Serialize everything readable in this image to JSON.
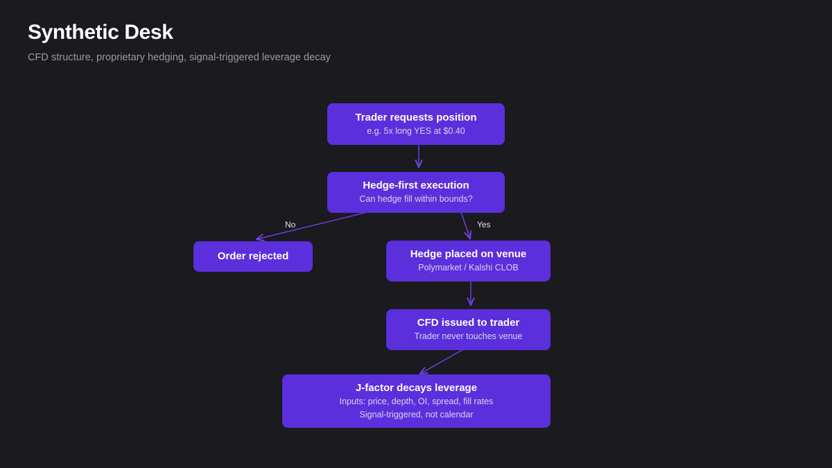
{
  "header": {
    "title": "Synthetic Desk",
    "subtitle": "CFD structure, proprietary hedging, signal-triggered leverage decay"
  },
  "colors": {
    "background": "#1a1a1f",
    "node_fill": "#5b2fdc",
    "node_title": "#ffffff",
    "node_subtitle": "#d8d4ec",
    "edge": "#6b3fe0",
    "edge_label": "#dfeadf",
    "header_title": "#ffffff",
    "header_subtitle": "#9a9aa2"
  },
  "diagram": {
    "type": "flowchart",
    "direction": "top-down",
    "nodes": [
      {
        "id": "trader-request",
        "title": "Trader requests position",
        "subtitle": "e.g. 5x long YES at $0.40",
        "sub2": ""
      },
      {
        "id": "hedge-first-execution",
        "title": "Hedge-first execution",
        "subtitle": "Can hedge fill within bounds?",
        "sub2": ""
      },
      {
        "id": "order-rejected",
        "title": "Order rejected",
        "subtitle": "",
        "sub2": ""
      },
      {
        "id": "hedge-placed",
        "title": "Hedge placed on venue",
        "subtitle": "Polymarket / Kalshi CLOB",
        "sub2": ""
      },
      {
        "id": "cfd-issued",
        "title": "CFD issued to trader",
        "subtitle": "Trader never touches venue",
        "sub2": ""
      },
      {
        "id": "j-factor",
        "title": "J-factor decays leverage",
        "subtitle": "Inputs: price, depth, OI, spread, fill rates",
        "sub2": "Signal-triggered, not calendar"
      }
    ],
    "edges": [
      {
        "from": "trader-request",
        "to": "hedge-first-execution",
        "label": ""
      },
      {
        "from": "hedge-first-execution",
        "to": "order-rejected",
        "label": "No"
      },
      {
        "from": "hedge-first-execution",
        "to": "hedge-placed",
        "label": "Yes"
      },
      {
        "from": "hedge-placed",
        "to": "cfd-issued",
        "label": ""
      },
      {
        "from": "cfd-issued",
        "to": "j-factor",
        "label": ""
      }
    ]
  }
}
